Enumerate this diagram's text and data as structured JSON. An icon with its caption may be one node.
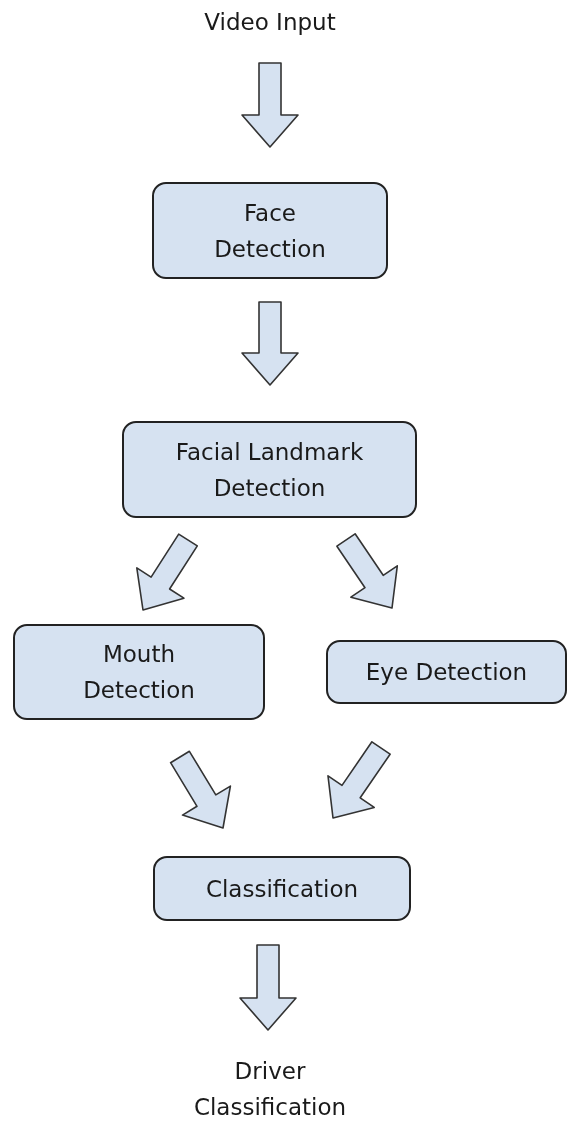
{
  "diagram": {
    "nodes": [
      {
        "text": [
          "Video Input"
        ]
      },
      {
        "text": [
          "Face Detection"
        ]
      },
      {
        "text": [
          "Facial Landmark Detection"
        ]
      },
      {
        "text": [
          "Mouth Detection"
        ]
      },
      {
        "text": [
          "Eye Detection"
        ]
      },
      {
        "text": [
          "Classification"
        ]
      },
      {
        "text": [
          "Driver Classification"
        ]
      }
    ],
    "edges": [
      {
        "from": 0,
        "to": 1,
        "arrow": "to"
      },
      {
        "from": 1,
        "to": 2,
        "arrow": "to"
      },
      {
        "from": 2,
        "to": 3,
        "arrow": "to"
      },
      {
        "from": 2,
        "to": 4,
        "arrow": "to"
      },
      {
        "from": 3,
        "to": 5,
        "arrow": "to"
      },
      {
        "from": 4,
        "to": 5,
        "arrow": "to"
      },
      {
        "from": 5,
        "to": 6,
        "arrow": "to"
      }
    ]
  }
}
